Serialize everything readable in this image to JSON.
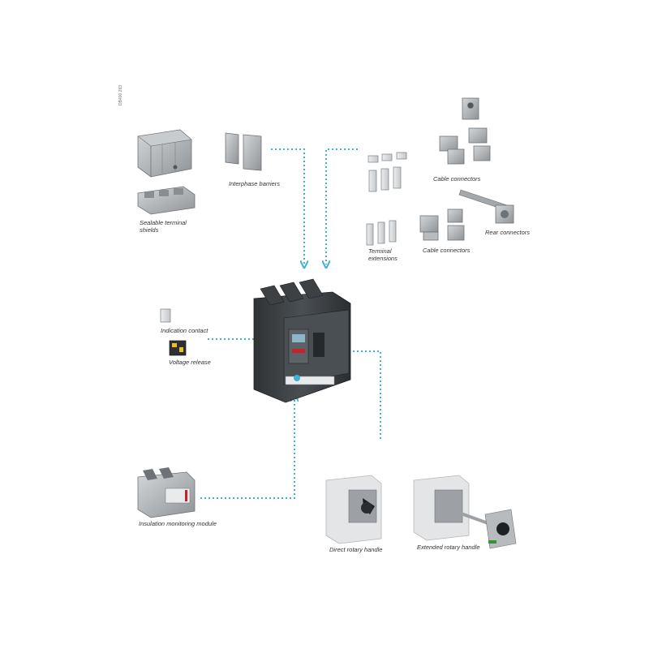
{
  "figure_code": "DB400 283",
  "labels": {
    "sealable_shields": "Sealable terminal\nshields",
    "interphase_barriers": "Interphase barriers",
    "cable_connectors_top": "Cable connectors",
    "terminal_extensions": "Terminal\nextensions",
    "cable_connectors_bottom": "Cable connectors",
    "rear_connectors": "Rear connectors",
    "indication_contact": "Indication contact",
    "voltage_release": "Voltage release",
    "insulation_module": "Insulation monitoring module",
    "direct_rotary": "Direct rotary handle",
    "extended_rotary": "Extended rotary handle"
  },
  "colors": {
    "connector": "#3fb0d8",
    "breaker_body": "#3f4346",
    "accessory_grey": "#9a9ea2",
    "accent_red": "#c8202a"
  }
}
